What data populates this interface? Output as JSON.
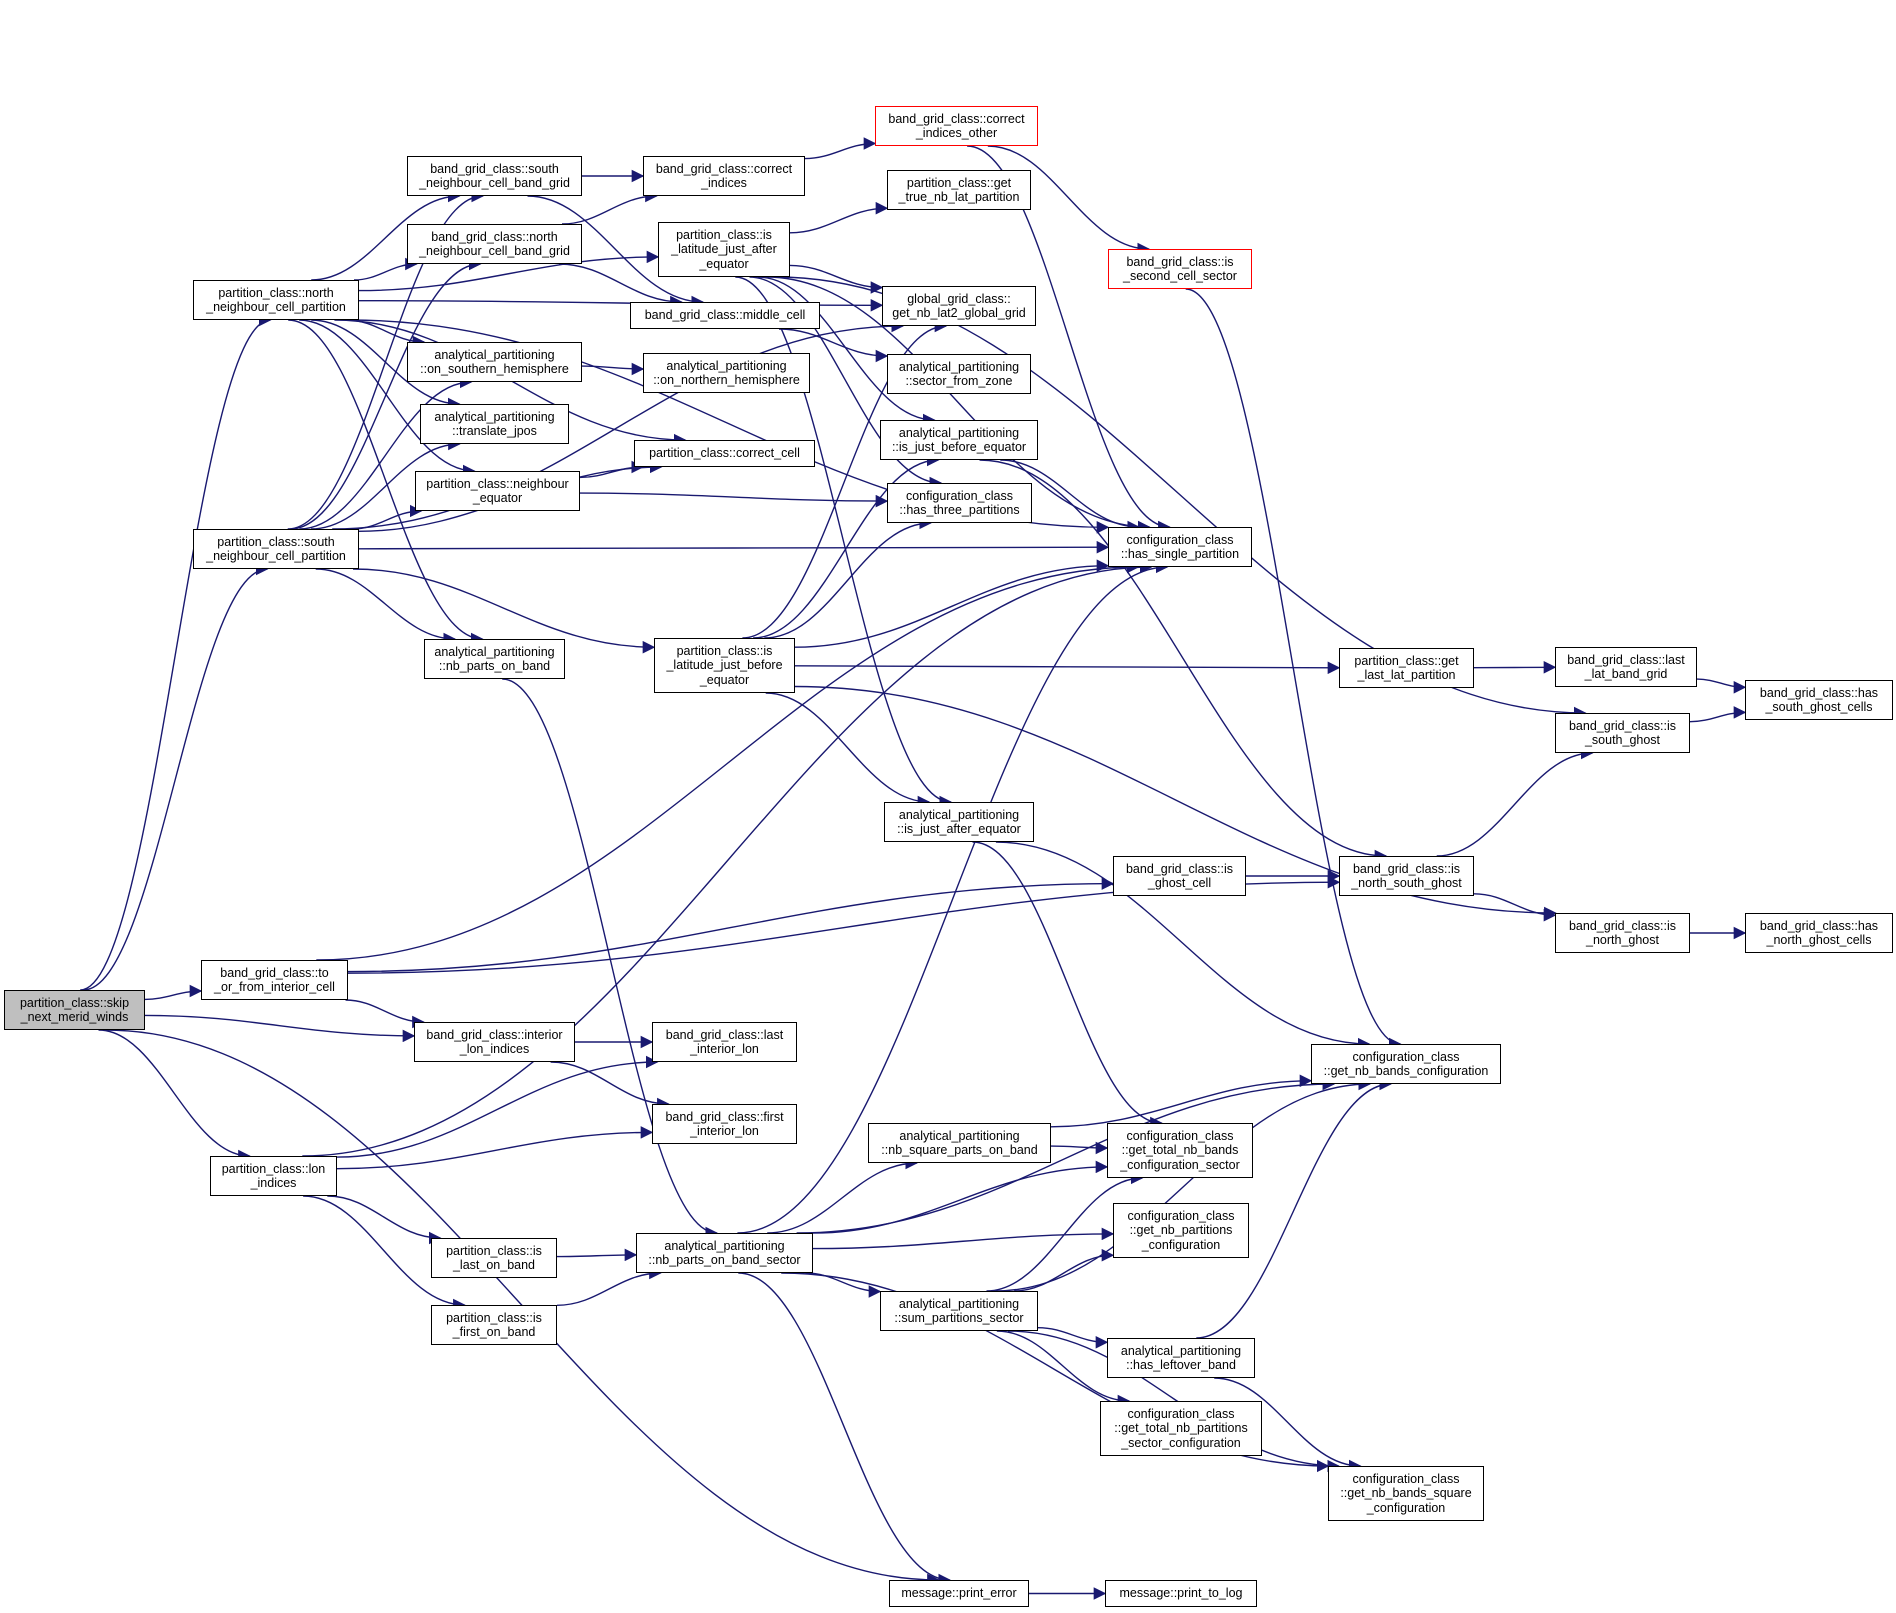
{
  "nodes": {
    "skip_next_merid_winds": {
      "lines": [
        "partition_class::skip",
        "_next_merid_winds"
      ],
      "type": "root"
    },
    "north_neighbour_cell_partition": {
      "lines": [
        "partition_class::north",
        "_neighbour_cell_partition"
      ]
    },
    "south_neighbour_cell_partition": {
      "lines": [
        "partition_class::south",
        "_neighbour_cell_partition"
      ]
    },
    "to_or_from_interior_cell": {
      "lines": [
        "band_grid_class::to",
        "_or_from_interior_cell"
      ]
    },
    "lon_indices": {
      "lines": [
        "partition_class::lon",
        "_indices"
      ]
    },
    "south_neighbour_cell_band_grid": {
      "lines": [
        "band_grid_class::south",
        "_neighbour_cell_band_grid"
      ]
    },
    "north_neighbour_cell_band_grid": {
      "lines": [
        "band_grid_class::north",
        "_neighbour_cell_band_grid"
      ]
    },
    "on_southern_hemisphere": {
      "lines": [
        "analytical_partitioning",
        "::on_southern_hemisphere"
      ]
    },
    "translate_jpos": {
      "lines": [
        "analytical_partitioning",
        "::translate_jpos"
      ]
    },
    "neighbour_equator": {
      "lines": [
        "partition_class::neighbour",
        "_equator"
      ]
    },
    "nb_parts_on_band": {
      "lines": [
        "analytical_partitioning",
        "::nb_parts_on_band"
      ]
    },
    "interior_lon_indices": {
      "lines": [
        "band_grid_class::interior",
        "_lon_indices"
      ]
    },
    "is_last_on_band": {
      "lines": [
        "partition_class::is",
        "_last_on_band"
      ]
    },
    "is_first_on_band": {
      "lines": [
        "partition_class::is",
        "_first_on_band"
      ]
    },
    "correct_indices": {
      "lines": [
        "band_grid_class::correct",
        "_indices"
      ]
    },
    "is_latitude_just_after_equator": {
      "lines": [
        "partition_class::is",
        "_latitude_just_after",
        "_equator"
      ]
    },
    "middle_cell": {
      "lines": [
        "band_grid_class::middle_cell"
      ]
    },
    "on_northern_hemisphere": {
      "lines": [
        "analytical_partitioning",
        "::on_northern_hemisphere"
      ]
    },
    "correct_cell": {
      "lines": [
        "partition_class::correct_cell"
      ]
    },
    "is_latitude_just_before_equator": {
      "lines": [
        "partition_class::is",
        "_latitude_just_before",
        "_equator"
      ]
    },
    "last_interior_lon": {
      "lines": [
        "band_grid_class::last",
        "_interior_lon"
      ]
    },
    "first_interior_lon": {
      "lines": [
        "band_grid_class::first",
        "_interior_lon"
      ]
    },
    "nb_parts_on_band_sector": {
      "lines": [
        "analytical_partitioning",
        "::nb_parts_on_band_sector"
      ]
    },
    "correct_indices_other": {
      "lines": [
        "band_grid_class::correct",
        "_indices_other"
      ],
      "type": "red"
    },
    "get_true_nb_lat_partition": {
      "lines": [
        "partition_class::get",
        "_true_nb_lat_partition"
      ]
    },
    "get_nb_lat2_global_grid": {
      "lines": [
        "global_grid_class::",
        "get_nb_lat2_global_grid"
      ]
    },
    "sector_from_zone": {
      "lines": [
        "analytical_partitioning",
        "::sector_from_zone"
      ]
    },
    "is_just_before_equator": {
      "lines": [
        "analytical_partitioning",
        "::is_just_before_equator"
      ]
    },
    "has_three_partitions": {
      "lines": [
        "configuration_class",
        "::has_three_partitions"
      ]
    },
    "is_just_after_equator": {
      "lines": [
        "analytical_partitioning",
        "::is_just_after_equator"
      ]
    },
    "is_ghost_cell": {
      "lines": [
        "band_grid_class::is",
        "_ghost_cell"
      ]
    },
    "nb_square_parts_on_band": {
      "lines": [
        "analytical_partitioning",
        "::nb_square_parts_on_band"
      ]
    },
    "sum_partitions_sector": {
      "lines": [
        "analytical_partitioning",
        "::sum_partitions_sector"
      ]
    },
    "print_error": {
      "lines": [
        "message::print_error"
      ]
    },
    "is_second_cell_sector": {
      "lines": [
        "band_grid_class::is",
        "_second_cell_sector"
      ],
      "type": "red"
    },
    "has_single_partition": {
      "lines": [
        "configuration_class",
        "::has_single_partition"
      ]
    },
    "get_total_nb_bands_configuration_sector": {
      "lines": [
        "configuration_class",
        "::get_total_nb_bands",
        "_configuration_sector"
      ]
    },
    "get_nb_partitions_configuration": {
      "lines": [
        "configuration_class",
        "::get_nb_partitions",
        "_configuration"
      ]
    },
    "has_leftover_band": {
      "lines": [
        "analytical_partitioning",
        "::has_leftover_band"
      ]
    },
    "get_total_nb_partitions_sector_configuration": {
      "lines": [
        "configuration_class",
        "::get_total_nb_partitions",
        "_sector_configuration"
      ]
    },
    "print_to_log": {
      "lines": [
        "message::print_to_log"
      ]
    },
    "get_last_lat_partition": {
      "lines": [
        "partition_class::get",
        "_last_lat_partition"
      ]
    },
    "is_north_south_ghost": {
      "lines": [
        "band_grid_class::is",
        "_north_south_ghost"
      ]
    },
    "get_nb_bands_configuration": {
      "lines": [
        "configuration_class",
        "::get_nb_bands_configuration"
      ]
    },
    "get_nb_bands_square_configuration": {
      "lines": [
        "configuration_class",
        "::get_nb_bands_square",
        "_configuration"
      ]
    },
    "last_lat_band_grid": {
      "lines": [
        "band_grid_class::last",
        "_lat_band_grid"
      ]
    },
    "is_south_ghost": {
      "lines": [
        "band_grid_class::is",
        "_south_ghost"
      ]
    },
    "is_north_ghost": {
      "lines": [
        "band_grid_class::is",
        "_north_ghost"
      ]
    },
    "has_south_ghost_cells": {
      "lines": [
        "band_grid_class::has",
        "_south_ghost_cells"
      ]
    },
    "has_north_ghost_cells": {
      "lines": [
        "band_grid_class::has",
        "_north_ghost_cells"
      ]
    }
  },
  "edges": [
    [
      "skip_next_merid_winds",
      "north_neighbour_cell_partition"
    ],
    [
      "skip_next_merid_winds",
      "south_neighbour_cell_partition"
    ],
    [
      "skip_next_merid_winds",
      "to_or_from_interior_cell"
    ],
    [
      "skip_next_merid_winds",
      "interior_lon_indices"
    ],
    [
      "skip_next_merid_winds",
      "lon_indices"
    ],
    [
      "skip_next_merid_winds",
      "print_error"
    ],
    [
      "north_neighbour_cell_partition",
      "south_neighbour_cell_band_grid"
    ],
    [
      "north_neighbour_cell_partition",
      "north_neighbour_cell_band_grid"
    ],
    [
      "north_neighbour_cell_partition",
      "on_southern_hemisphere"
    ],
    [
      "north_neighbour_cell_partition",
      "translate_jpos"
    ],
    [
      "north_neighbour_cell_partition",
      "neighbour_equator"
    ],
    [
      "north_neighbour_cell_partition",
      "nb_parts_on_band"
    ],
    [
      "north_neighbour_cell_partition",
      "correct_cell"
    ],
    [
      "north_neighbour_cell_partition",
      "is_latitude_just_after_equator"
    ],
    [
      "north_neighbour_cell_partition",
      "get_nb_lat2_global_grid"
    ],
    [
      "north_neighbour_cell_partition",
      "has_single_partition"
    ],
    [
      "south_neighbour_cell_partition",
      "south_neighbour_cell_band_grid"
    ],
    [
      "south_neighbour_cell_partition",
      "north_neighbour_cell_band_grid"
    ],
    [
      "south_neighbour_cell_partition",
      "on_southern_hemisphere"
    ],
    [
      "south_neighbour_cell_partition",
      "translate_jpos"
    ],
    [
      "south_neighbour_cell_partition",
      "neighbour_equator"
    ],
    [
      "south_neighbour_cell_partition",
      "nb_parts_on_band"
    ],
    [
      "south_neighbour_cell_partition",
      "correct_cell"
    ],
    [
      "south_neighbour_cell_partition",
      "is_latitude_just_before_equator"
    ],
    [
      "south_neighbour_cell_partition",
      "get_nb_lat2_global_grid"
    ],
    [
      "south_neighbour_cell_partition",
      "has_single_partition"
    ],
    [
      "south_neighbour_cell_band_grid",
      "correct_indices"
    ],
    [
      "south_neighbour_cell_band_grid",
      "middle_cell"
    ],
    [
      "north_neighbour_cell_band_grid",
      "correct_indices"
    ],
    [
      "north_neighbour_cell_band_grid",
      "middle_cell"
    ],
    [
      "on_southern_hemisphere",
      "on_northern_hemisphere"
    ],
    [
      "neighbour_equator",
      "correct_cell"
    ],
    [
      "neighbour_equator",
      "has_three_partitions"
    ],
    [
      "nb_parts_on_band",
      "nb_parts_on_band_sector"
    ],
    [
      "correct_indices",
      "correct_indices_other"
    ],
    [
      "correct_indices_other",
      "is_second_cell_sector"
    ],
    [
      "correct_indices_other",
      "has_single_partition"
    ],
    [
      "is_second_cell_sector",
      "get_nb_bands_configuration"
    ],
    [
      "is_latitude_just_after_equator",
      "get_true_nb_lat_partition"
    ],
    [
      "is_latitude_just_after_equator",
      "get_nb_lat2_global_grid"
    ],
    [
      "is_latitude_just_after_equator",
      "is_just_before_equator"
    ],
    [
      "is_latitude_just_after_equator",
      "has_three_partitions"
    ],
    [
      "is_latitude_just_after_equator",
      "is_just_after_equator"
    ],
    [
      "is_latitude_just_after_equator",
      "has_single_partition"
    ],
    [
      "is_latitude_just_after_equator",
      "is_south_ghost"
    ],
    [
      "middle_cell",
      "sector_from_zone"
    ],
    [
      "is_latitude_just_before_equator",
      "get_nb_lat2_global_grid"
    ],
    [
      "is_latitude_just_before_equator",
      "is_just_before_equator"
    ],
    [
      "is_latitude_just_before_equator",
      "has_three_partitions"
    ],
    [
      "is_latitude_just_before_equator",
      "is_just_after_equator"
    ],
    [
      "is_latitude_just_before_equator",
      "has_single_partition"
    ],
    [
      "is_latitude_just_before_equator",
      "get_last_lat_partition"
    ],
    [
      "is_latitude_just_before_equator",
      "is_north_ghost"
    ],
    [
      "is_just_before_equator",
      "has_single_partition"
    ],
    [
      "is_just_before_equator",
      "is_north_south_ghost"
    ],
    [
      "is_just_after_equator",
      "get_total_nb_bands_configuration_sector"
    ],
    [
      "is_just_after_equator",
      "get_nb_bands_configuration"
    ],
    [
      "get_last_lat_partition",
      "last_lat_band_grid"
    ],
    [
      "last_lat_band_grid",
      "has_south_ghost_cells"
    ],
    [
      "is_south_ghost",
      "has_south_ghost_cells"
    ],
    [
      "is_north_south_ghost",
      "is_south_ghost"
    ],
    [
      "is_north_south_ghost",
      "is_north_ghost"
    ],
    [
      "is_north_ghost",
      "has_north_ghost_cells"
    ],
    [
      "to_or_from_interior_cell",
      "is_ghost_cell"
    ],
    [
      "to_or_from_interior_cell",
      "is_north_south_ghost"
    ],
    [
      "to_or_from_interior_cell",
      "interior_lon_indices"
    ],
    [
      "to_or_from_interior_cell",
      "has_single_partition"
    ],
    [
      "is_ghost_cell",
      "is_north_south_ghost"
    ],
    [
      "interior_lon_indices",
      "last_interior_lon"
    ],
    [
      "interior_lon_indices",
      "first_interior_lon"
    ],
    [
      "lon_indices",
      "last_interior_lon"
    ],
    [
      "lon_indices",
      "first_interior_lon"
    ],
    [
      "lon_indices",
      "is_last_on_band"
    ],
    [
      "lon_indices",
      "is_first_on_band"
    ],
    [
      "lon_indices",
      "has_single_partition"
    ],
    [
      "is_last_on_band",
      "nb_parts_on_band_sector"
    ],
    [
      "is_first_on_band",
      "nb_parts_on_band_sector"
    ],
    [
      "nb_parts_on_band_sector",
      "nb_square_parts_on_band"
    ],
    [
      "nb_parts_on_band_sector",
      "get_total_nb_bands_configuration_sector"
    ],
    [
      "nb_parts_on_band_sector",
      "get_nb_partitions_configuration"
    ],
    [
      "nb_parts_on_band_sector",
      "sum_partitions_sector"
    ],
    [
      "nb_parts_on_band_sector",
      "get_nb_bands_square_configuration"
    ],
    [
      "nb_parts_on_band_sector",
      "print_error"
    ],
    [
      "nb_parts_on_band_sector",
      "has_single_partition"
    ],
    [
      "nb_parts_on_band_sector",
      "get_nb_bands_configuration"
    ],
    [
      "nb_square_parts_on_band",
      "get_total_nb_bands_configuration_sector"
    ],
    [
      "nb_square_parts_on_band",
      "get_nb_bands_configuration"
    ],
    [
      "sum_partitions_sector",
      "get_total_nb_bands_configuration_sector"
    ],
    [
      "sum_partitions_sector",
      "get_nb_partitions_configuration"
    ],
    [
      "sum_partitions_sector",
      "has_leftover_band"
    ],
    [
      "sum_partitions_sector",
      "get_total_nb_partitions_sector_configuration"
    ],
    [
      "sum_partitions_sector",
      "get_nb_bands_square_configuration"
    ],
    [
      "sum_partitions_sector",
      "get_nb_bands_configuration"
    ],
    [
      "has_leftover_band",
      "get_nb_bands_configuration"
    ],
    [
      "has_leftover_band",
      "get_nb_bands_square_configuration"
    ],
    [
      "print_error",
      "print_to_log"
    ]
  ]
}
